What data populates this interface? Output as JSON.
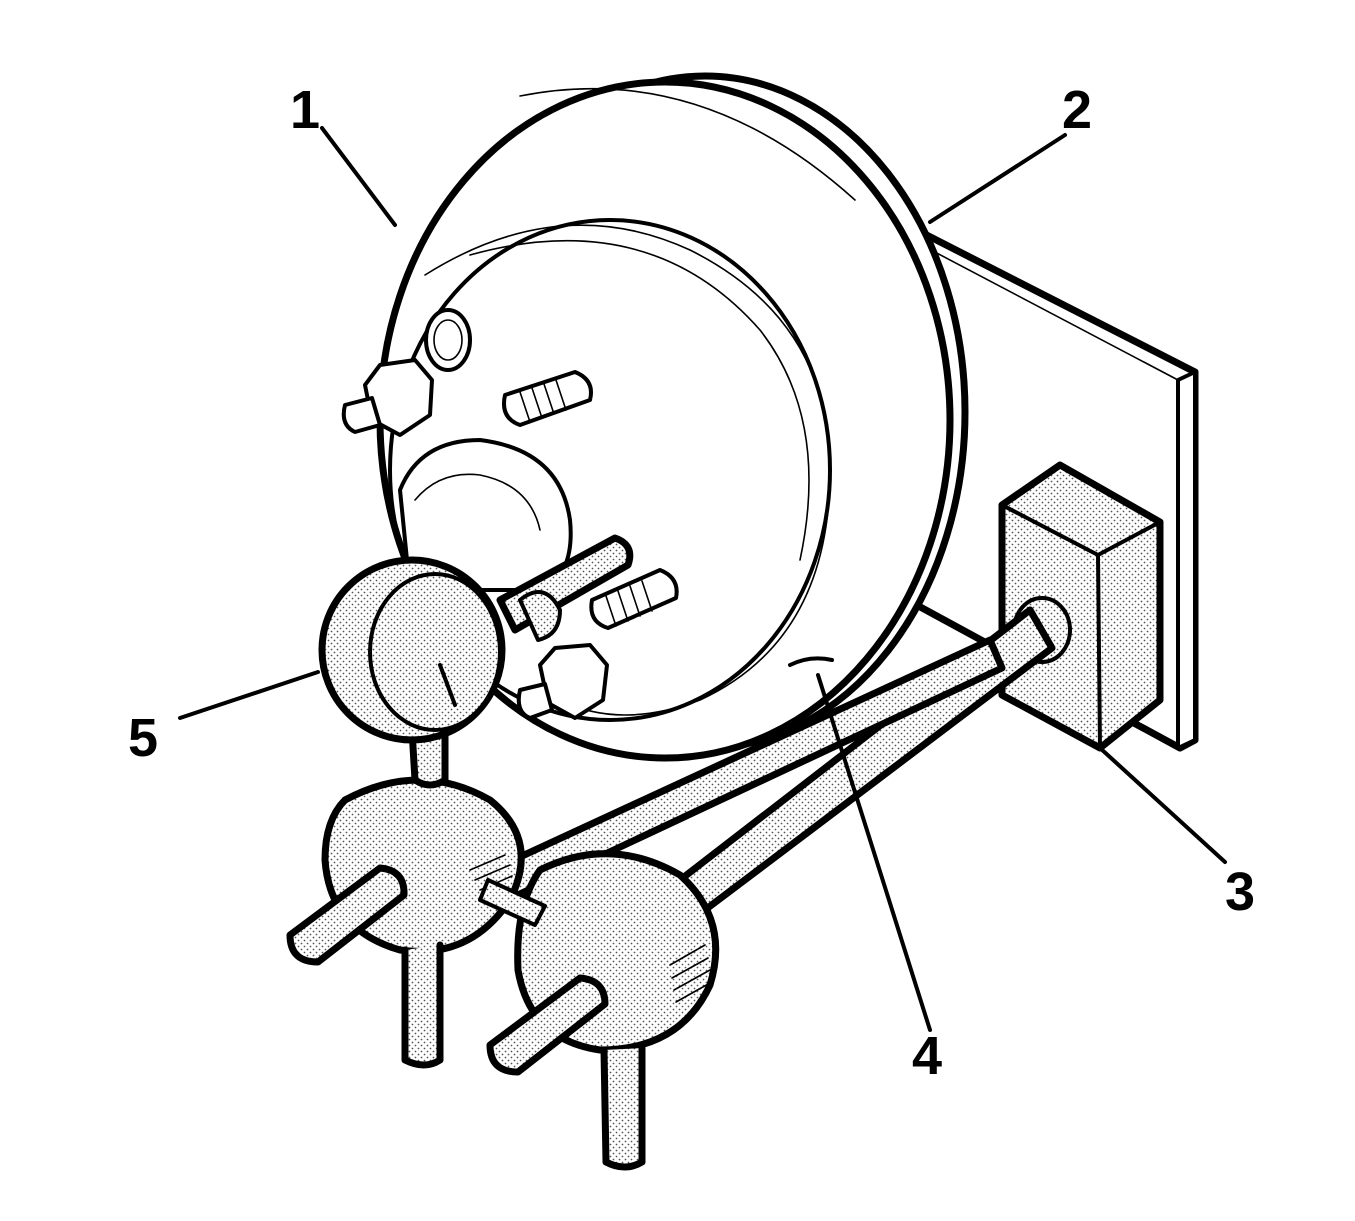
{
  "callouts": [
    {
      "id": "1",
      "label": "1"
    },
    {
      "id": "2",
      "label": "2"
    },
    {
      "id": "3",
      "label": "3"
    },
    {
      "id": "4",
      "label": "4"
    },
    {
      "id": "5",
      "label": "5"
    }
  ],
  "colors": {
    "line": "#000000",
    "background": "#ffffff",
    "stipple": "#9a9a9a"
  }
}
